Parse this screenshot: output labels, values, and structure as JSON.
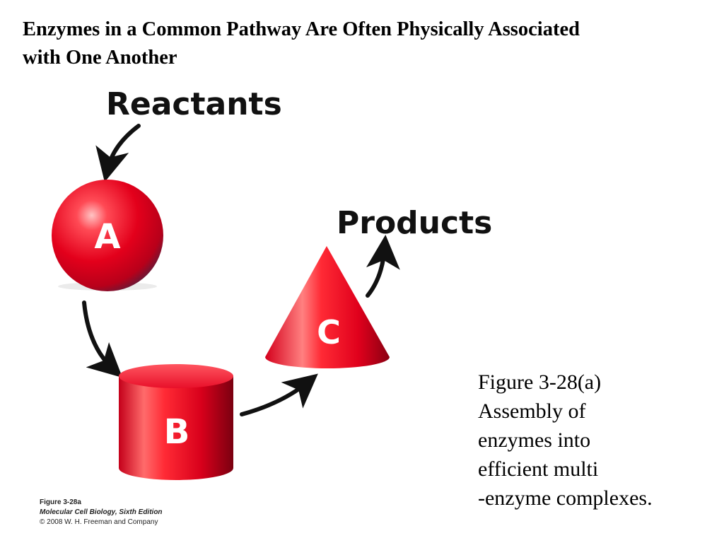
{
  "slide": {
    "title_lines": [
      "Enzymes in a Common Pathway Are Often Physically Associated",
      "with One Another"
    ]
  },
  "diagram": {
    "reactants_label": "Reactants",
    "products_label": "Products",
    "enzymes": [
      {
        "letter": "A",
        "shape": "sphere"
      },
      {
        "letter": "B",
        "shape": "cylinder"
      },
      {
        "letter": "C",
        "shape": "cone"
      }
    ],
    "colors": {
      "enzyme_red": "#e3001b",
      "enzyme_highlight": "#ff9a9a",
      "enzyme_dark": "#7a0010",
      "arrow": "#111111"
    }
  },
  "caption": {
    "lines": [
      "Figure 3-28(a)",
      "Assembly of",
      "enzymes into",
      "efficient multi",
      "-enzyme complexes."
    ]
  },
  "credit": {
    "figure": "Figure 3-28a",
    "book": "Molecular Cell Biology, Sixth Edition",
    "copyright": "© 2008 W. H. Freeman and Company"
  }
}
